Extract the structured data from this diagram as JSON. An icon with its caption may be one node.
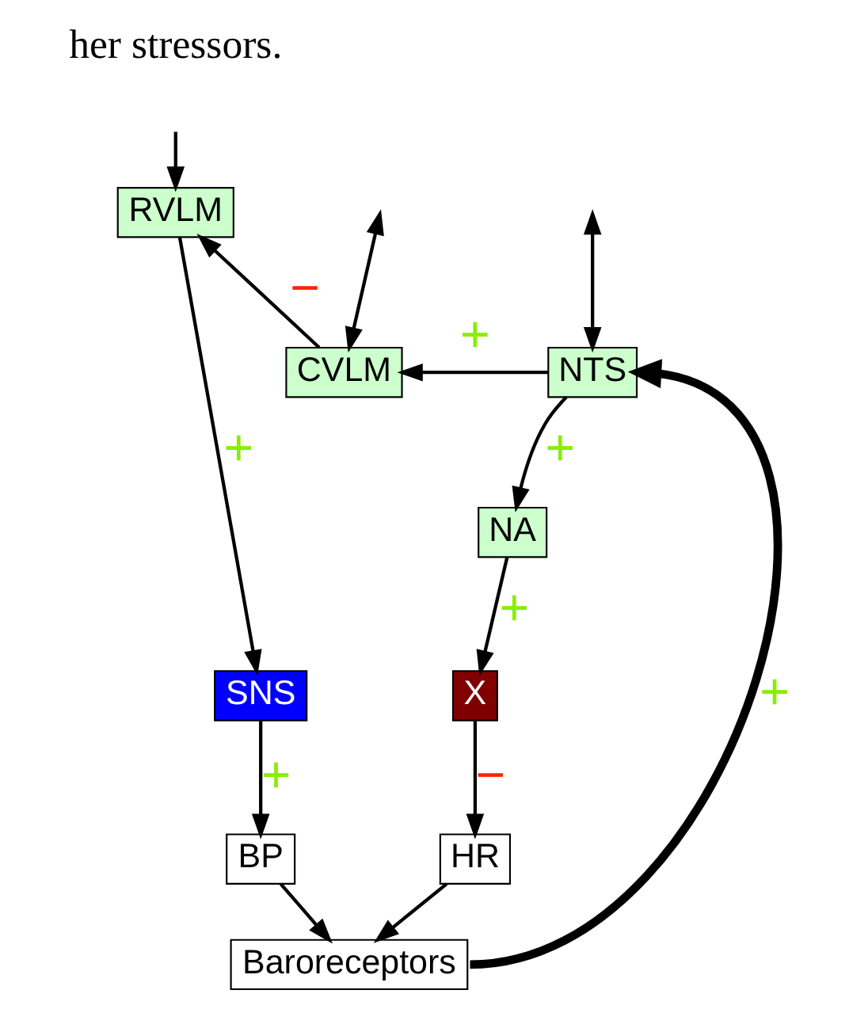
{
  "diagram": {
    "nodes": [
      {
        "text": [
          "RVLM"
        ]
      },
      {
        "text": [
          "CVLM"
        ]
      },
      {
        "text": [
          "NTS"
        ]
      },
      {
        "text": [
          "NA"
        ]
      },
      {
        "text": [
          "SNS"
        ]
      },
      {
        "text": [
          "X"
        ]
      },
      {
        "text": [
          "BP"
        ]
      },
      {
        "text": [
          "HR"
        ]
      },
      {
        "text": [
          "Baroreceptors"
        ]
      }
    ],
    "edges": [
      {
        "from": null,
        "to": 0,
        "arrow": "to"
      },
      {
        "from": null,
        "to": 1,
        "arrow": "both"
      },
      {
        "from": null,
        "to": 2,
        "arrow": "both"
      },
      {
        "from": 1,
        "to": 0,
        "arrow": "to",
        "label": "−"
      },
      {
        "from": 2,
        "to": 1,
        "arrow": "to",
        "label": "+"
      },
      {
        "from": 0,
        "to": 4,
        "arrow": "to",
        "label": "+"
      },
      {
        "from": 2,
        "to": 3,
        "arrow": "to",
        "label": "+"
      },
      {
        "from": 3,
        "to": 5,
        "arrow": "to",
        "label": "+"
      },
      {
        "from": 4,
        "to": 6,
        "arrow": "to",
        "label": "+"
      },
      {
        "from": 5,
        "to": 7,
        "arrow": "to",
        "label": "−"
      },
      {
        "from": 6,
        "to": 8,
        "arrow": "to"
      },
      {
        "from": 7,
        "to": 8,
        "arrow": "to"
      },
      {
        "from": 8,
        "to": 2,
        "arrow": "to",
        "label": "+",
        "style": "thick"
      }
    ],
    "labels": [
      "her stressors."
    ]
  }
}
